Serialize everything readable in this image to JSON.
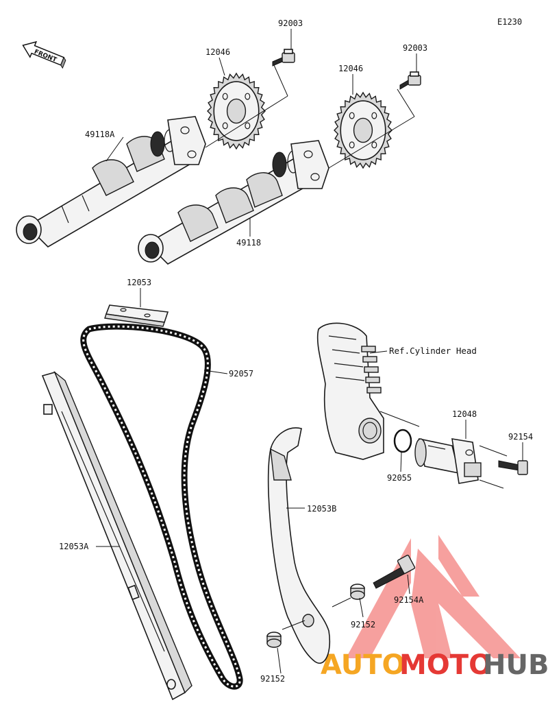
{
  "diagram": {
    "code": "E1230",
    "front_label": "FRONT",
    "ref_label": "Ref.Cylinder Head",
    "parts": {
      "bolt_top_1": "92003",
      "bolt_top_2": "92003",
      "sprocket_1": "12046",
      "sprocket_2": "12046",
      "camshaft_a": "49118A",
      "camshaft": "49118",
      "chain_guide_top": "12053",
      "chain": "92057",
      "guide_left": "12053A",
      "guide_right": "12053B",
      "tensioner": "12048",
      "bolt_tensioner": "92154",
      "oring": "92055",
      "bolt_guide": "92154A",
      "collar_1": "92152",
      "collar_2": "92152"
    }
  },
  "watermark": {
    "auto": "AUTO",
    "moto": "MOTO",
    "hub": "HUB",
    "color_red": "#e53935",
    "color_orange": "#f5a623",
    "color_gray": "#555555"
  }
}
